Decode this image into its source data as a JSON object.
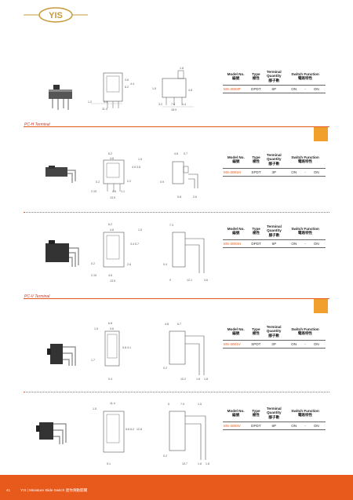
{
  "header": {
    "brand": "YIS"
  },
  "sections": {
    "pc_h": "PC-H Terminal",
    "pc_v": "PC-V Terminal"
  },
  "table_headers": {
    "model": "Model No.",
    "model_zh": "編號",
    "type": "Type",
    "type_zh": "極性",
    "terminal": "Terminal",
    "quantity": "Quantity",
    "terminal_zh": "腳子數",
    "switch_function": "Switch Function",
    "switch_function_zh": "電路特性"
  },
  "products": [
    {
      "model": "MS-3003P",
      "type": "DPDT",
      "terminal": "6P",
      "f1": "ON",
      "f2": "-",
      "f3": "ON"
    },
    {
      "model": "MS-3001H",
      "type": "SPDT",
      "terminal": "3P",
      "f1": "ON",
      "f2": "-",
      "f3": "ON"
    },
    {
      "model": "MS-3003H",
      "type": "DPDT",
      "terminal": "6P",
      "f1": "ON",
      "f2": "-",
      "f3": "ON"
    },
    {
      "model": "MS-3001V",
      "type": "SPDT",
      "terminal": "3P",
      "f1": "ON",
      "f2": "-",
      "f3": "ON"
    },
    {
      "model": "MS-3003V",
      "type": "DPDT",
      "terminal": "6P",
      "f1": "ON",
      "f2": "-",
      "f3": "ON"
    }
  ],
  "drawing_dims": {
    "d1": [
      "1.2",
      "5.4",
      "11.4",
      "1.8",
      "4.4",
      "6.2",
      "3.6",
      "1.5",
      "3.2",
      "7.8",
      "18.9",
      "1.4",
      "4.8",
      "1.9",
      "4.1"
    ],
    "d2": [
      "6.2",
      "4.8",
      "1.5",
      "0.2",
      "2.15",
      "4.6",
      "1.1",
      "13.5",
      "2.2",
      "4.5",
      "3.8",
      "4.8",
      "0.7",
      "0.9",
      "5.8",
      "2.6"
    ],
    "d3": [
      "6.2",
      "4.8",
      "1.5",
      "0.2",
      "2.15",
      "4.6",
      "13.5",
      "2.6",
      "3.4",
      "5.7",
      "7.3",
      "0.4",
      "9",
      "12.1",
      "3.6"
    ],
    "d4": [
      "6.8",
      "1.5",
      "3.6",
      "1.7",
      "5.8",
      "4.1",
      "0.4",
      "4.8",
      "6.7",
      "0.2",
      "10.2",
      "1.8",
      "1.8"
    ],
    "d5": [
      "11.4",
      "1.5",
      "5.6",
      "6.2",
      "12.8",
      "5.1",
      "5",
      "7.9",
      "1.5",
      "0.2",
      "10.7",
      "1.8",
      "1.8"
    ]
  },
  "footer": {
    "page": "41",
    "text": "YIS  |  Miniature Slide Switch 迷你滑動開關"
  },
  "colors": {
    "accent": "#e35a1c",
    "logo": "#c79a3b",
    "corner": "#f2a02d"
  }
}
